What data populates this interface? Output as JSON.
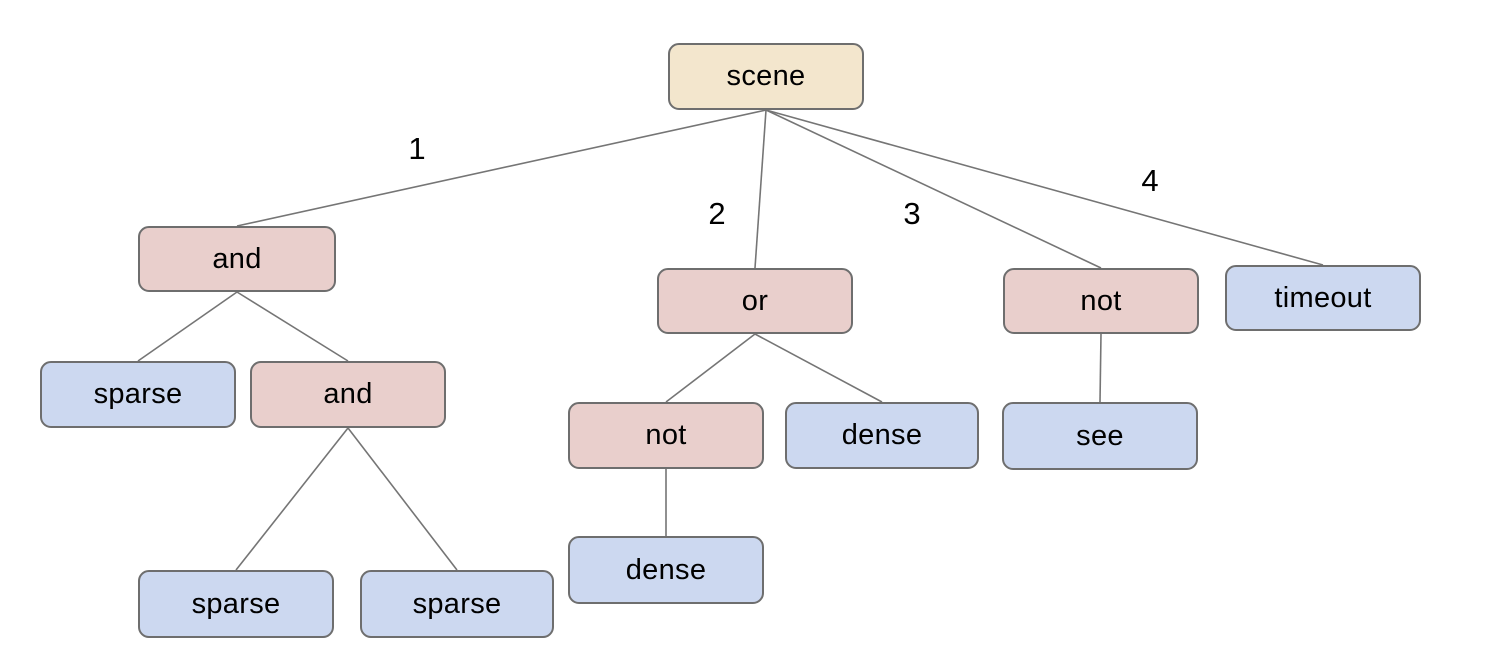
{
  "diagram": {
    "type": "tree",
    "colors": {
      "root_fill": "#f3e6cd",
      "operator_fill": "#e9cfcc",
      "leaf_fill": "#ccd8f0",
      "node_border": "#6e6e6e",
      "edge_line": "#757575",
      "text": "#000000",
      "background": "#ffffff"
    },
    "nodes": {
      "scene": {
        "label": "scene",
        "role": "root"
      },
      "and1": {
        "label": "and",
        "role": "operator"
      },
      "or1": {
        "label": "or",
        "role": "operator"
      },
      "not1": {
        "label": "not",
        "role": "operator"
      },
      "timeout": {
        "label": "timeout",
        "role": "leaf"
      },
      "sparse1": {
        "label": "sparse",
        "role": "leaf"
      },
      "and2": {
        "label": "and",
        "role": "operator"
      },
      "not2": {
        "label": "not",
        "role": "operator"
      },
      "dense1": {
        "label": "dense",
        "role": "leaf"
      },
      "see1": {
        "label": "see",
        "role": "leaf"
      },
      "sparse2": {
        "label": "sparse",
        "role": "leaf"
      },
      "sparse3": {
        "label": "sparse",
        "role": "leaf"
      },
      "dense2": {
        "label": "dense",
        "role": "leaf"
      }
    },
    "edge_labels": {
      "e1": "1",
      "e2": "2",
      "e3": "3",
      "e4": "4"
    },
    "edges": [
      {
        "from": "scene",
        "to": "and1",
        "label": "1"
      },
      {
        "from": "scene",
        "to": "or1",
        "label": "2"
      },
      {
        "from": "scene",
        "to": "not1",
        "label": "3"
      },
      {
        "from": "scene",
        "to": "timeout",
        "label": "4"
      },
      {
        "from": "and1",
        "to": "sparse1"
      },
      {
        "from": "and1",
        "to": "and2"
      },
      {
        "from": "and2",
        "to": "sparse2"
      },
      {
        "from": "and2",
        "to": "sparse3"
      },
      {
        "from": "or1",
        "to": "not2"
      },
      {
        "from": "or1",
        "to": "dense1"
      },
      {
        "from": "not2",
        "to": "dense2"
      },
      {
        "from": "not1",
        "to": "see1"
      }
    ]
  }
}
